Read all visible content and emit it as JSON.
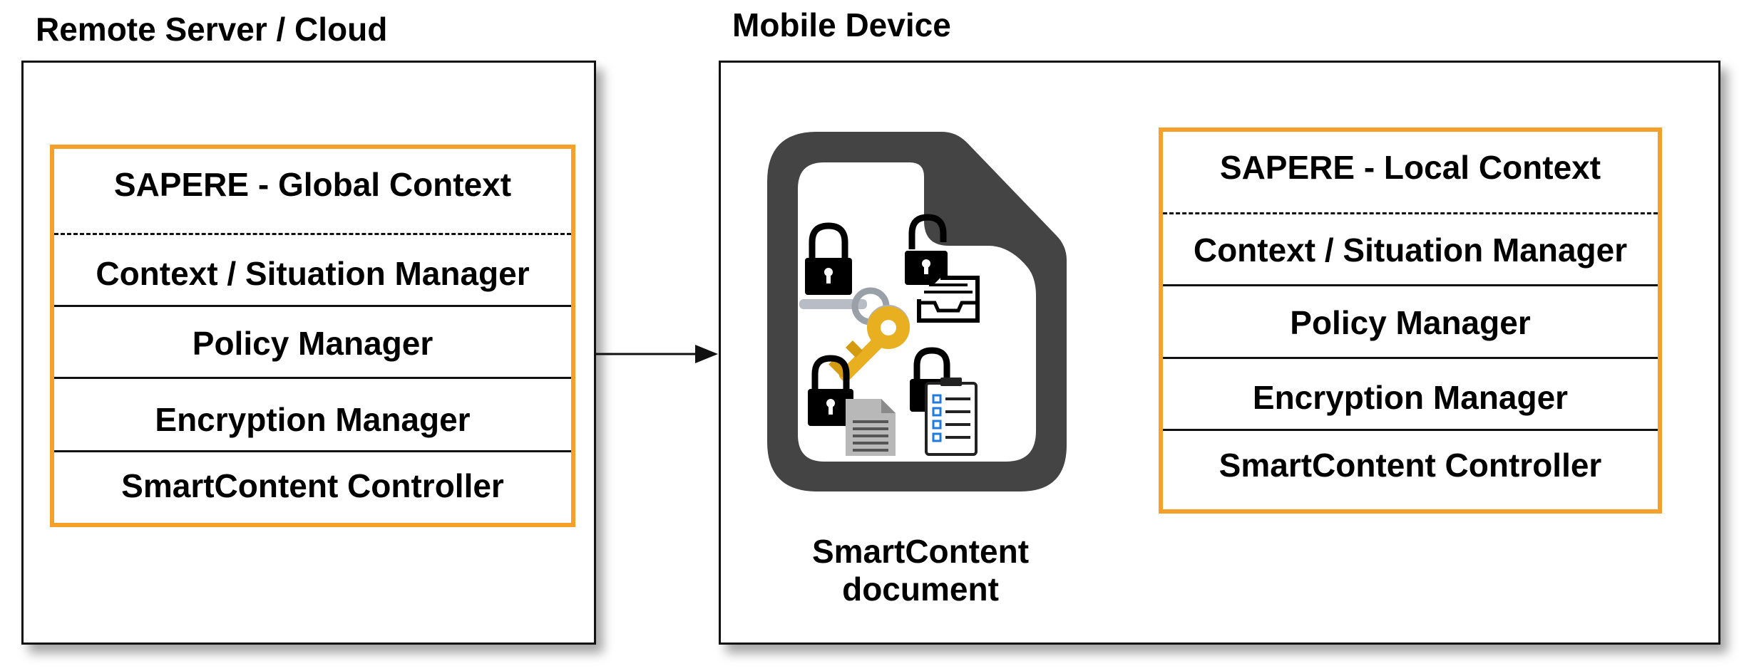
{
  "remote": {
    "title": "Remote Server / Cloud",
    "stack": {
      "header": "SAPERE - Global Context",
      "items": [
        "Context / Situation Manager",
        "Policy Manager",
        "Encryption Manager",
        "SmartContent Controller"
      ]
    }
  },
  "mobile": {
    "title": "Mobile Device",
    "document": {
      "caption_line1": "SmartContent",
      "caption_line2": "document"
    },
    "stack": {
      "header": "SAPERE - Local Context",
      "items": [
        "Context / Situation Manager",
        "Policy Manager",
        "Encryption Manager",
        "SmartContent Controller"
      ]
    }
  },
  "colors": {
    "stack_border": "#f5a02a",
    "document_fill": "#444444",
    "key": "#e8b020"
  },
  "icons": [
    "lock-icon",
    "key-icon",
    "unlocked-lock-icon",
    "inbox-tray-icon",
    "text-document-icon",
    "checklist-icon"
  ]
}
